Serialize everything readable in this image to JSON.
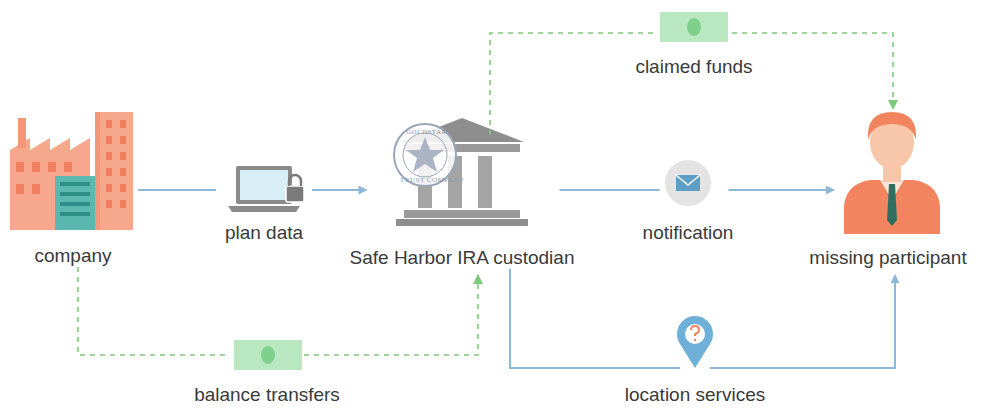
{
  "diagram": {
    "nodes": [
      {
        "text": [
          "company"
        ]
      },
      {
        "text": [
          "plan data"
        ]
      },
      {
        "text": [
          "Safe Harbor IRA custodian"
        ]
      },
      {
        "text": [
          "notification"
        ]
      },
      {
        "text": [
          "missing participant"
        ]
      },
      {
        "text": [
          "claimed funds"
        ]
      },
      {
        "text": [
          "balance transfers"
        ]
      },
      {
        "text": [
          "location services"
        ]
      }
    ],
    "edges": [
      {
        "from": 0,
        "to": 1,
        "arrow": "none"
      },
      {
        "from": 1,
        "to": 2,
        "arrow": "to"
      },
      {
        "from": 2,
        "to": 3,
        "arrow": "none"
      },
      {
        "from": 3,
        "to": 4,
        "arrow": "to"
      },
      {
        "from": 2,
        "to": 5,
        "arrow": "none"
      },
      {
        "from": 5,
        "to": 4,
        "arrow": "to"
      },
      {
        "from": 0,
        "to": 6,
        "arrow": "none"
      },
      {
        "from": 6,
        "to": 2,
        "arrow": "to"
      },
      {
        "from": 2,
        "to": 7,
        "arrow": "none"
      },
      {
        "from": 7,
        "to": 4,
        "arrow": "to"
      }
    ],
    "labels": [
      "GOLDSTAR",
      "TRUST COMPANY"
    ]
  }
}
